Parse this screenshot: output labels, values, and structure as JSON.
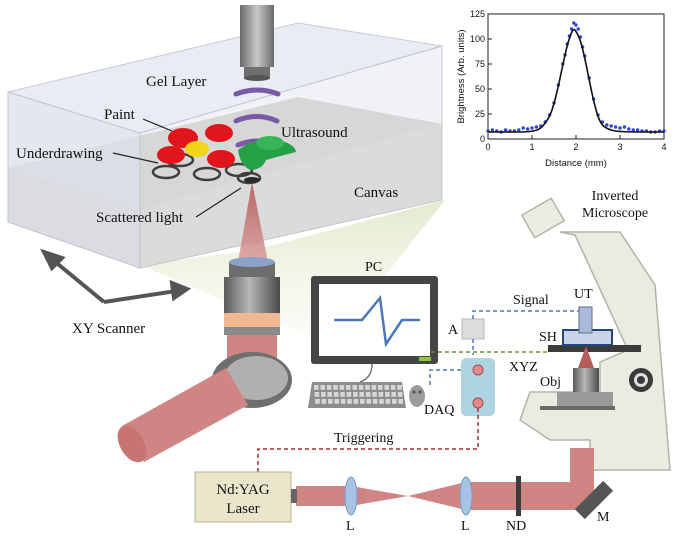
{
  "labels": {
    "gel_layer": "Gel Layer",
    "paint": "Paint",
    "underdrawing": "Underdrawing",
    "ultrasound": "Ultrasound",
    "canvas": "Canvas",
    "scattered_light": "Scattered light",
    "xy_scanner": "XY Scanner",
    "pc": "PC",
    "signal": "Signal",
    "ut": "UT",
    "a": "A",
    "sh": "SH",
    "xyz": "XYZ",
    "obj": "Obj",
    "daq": "DAQ",
    "triggering": "Triggering",
    "laser_line1": "Nd:YAG",
    "laser_line2": "Laser",
    "lens1": "L",
    "lens2": "L",
    "nd": "ND",
    "mirror": "M",
    "microscope_line1": "Inverted",
    "microscope_line2": "Microscope"
  },
  "colors": {
    "beam": "#cf8584",
    "gel": "#e4e8f1",
    "canvas": "#c8c1b4",
    "paint_red": "#e0161c",
    "paint_yellow": "#f2d51a",
    "paint_green": "#26a046",
    "ultrasound_arc": "#7a5aa6",
    "signal_line": "#4a78b8",
    "trigger_line": "#a33030",
    "sync_line": "#6d8b3a",
    "microscope_body": "#ecebe2",
    "laser_box": "#e9e6cc"
  },
  "chart_data": {
    "type": "line",
    "xlabel": "Distance (mm)",
    "ylabel": "Brightness (Arb. units)",
    "xlim": [
      0,
      4
    ],
    "ylim": [
      0,
      125
    ],
    "xticks": [
      "0",
      "1",
      "2",
      "3",
      "4"
    ],
    "yticks": [
      "0",
      "25",
      "50",
      "75",
      "100",
      "125"
    ],
    "grid": false,
    "fit_curve": {
      "x": [
        0,
        0.25,
        0.5,
        0.75,
        1.0,
        1.2,
        1.4,
        1.5,
        1.6,
        1.7,
        1.8,
        1.9,
        1.95,
        2.0,
        2.1,
        2.2,
        2.3,
        2.4,
        2.5,
        2.6,
        2.8,
        3.0,
        3.25,
        3.5,
        3.75,
        4.0
      ],
      "y": [
        7,
        7,
        7,
        7,
        7.5,
        10,
        22,
        35,
        53,
        74,
        94,
        107,
        110,
        108,
        99,
        81,
        59,
        38,
        22,
        13,
        8.5,
        7.5,
        7,
        7,
        7,
        7
      ]
    },
    "scatter": {
      "x": [
        0,
        0.1,
        0.2,
        0.3,
        0.4,
        0.5,
        0.6,
        0.7,
        0.8,
        0.9,
        1.0,
        1.1,
        1.2,
        1.3,
        1.4,
        1.5,
        1.6,
        1.7,
        1.75,
        1.8,
        1.85,
        1.9,
        1.95,
        2.0,
        2.05,
        2.1,
        2.15,
        2.2,
        2.3,
        2.4,
        2.5,
        2.6,
        2.7,
        2.8,
        2.9,
        3.0,
        3.1,
        3.2,
        3.3,
        3.4,
        3.5,
        3.6,
        3.7,
        3.8,
        3.9,
        4.0
      ],
      "y": [
        8,
        9,
        8,
        7,
        9,
        8,
        8,
        9,
        11,
        10,
        11,
        12,
        13,
        17,
        24,
        36,
        54,
        75,
        84,
        95,
        103,
        110,
        116,
        114,
        110,
        102,
        92,
        83,
        61,
        40,
        24,
        17,
        14,
        13,
        12,
        11,
        12,
        10,
        9,
        9,
        8,
        8,
        7,
        7,
        8,
        8
      ]
    }
  }
}
